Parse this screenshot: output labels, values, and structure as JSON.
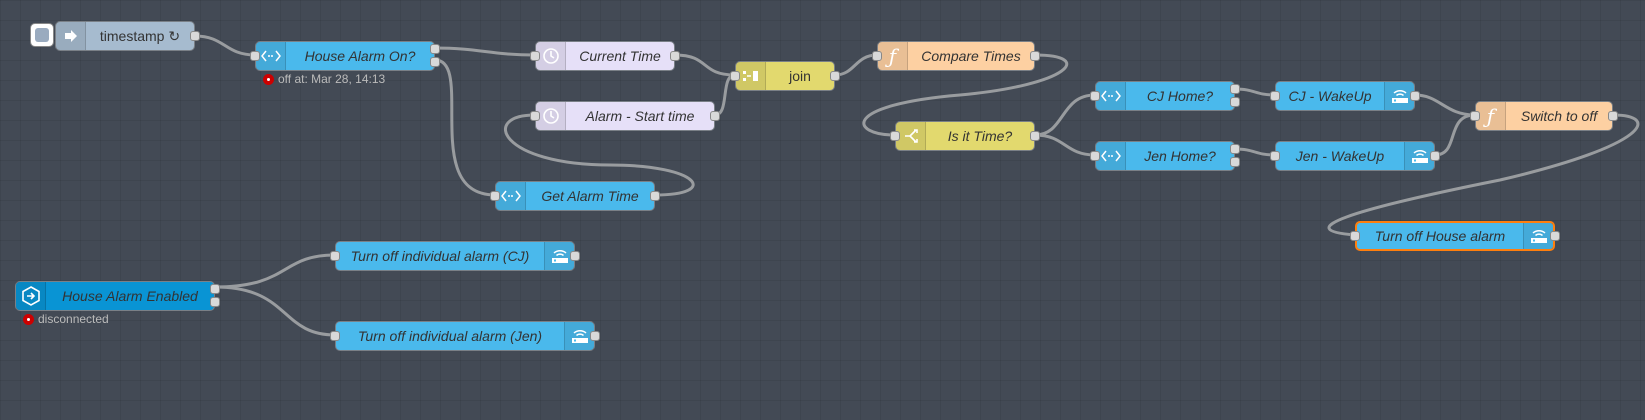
{
  "nodes": {
    "timestamp": {
      "label": "timestamp ↻",
      "color": "#a6bbcf"
    },
    "house_alarm_on": {
      "label": "House Alarm On?",
      "color": "#4ab9ec",
      "status": "off at: Mar 28, 14:13"
    },
    "current_time": {
      "label": "Current Time",
      "color": "#e6e0f8"
    },
    "alarm_start_time": {
      "label": "Alarm - Start time",
      "color": "#e6e0f8"
    },
    "get_alarm_time": {
      "label": "Get Alarm Time",
      "color": "#4ab9ec"
    },
    "join": {
      "label": "join",
      "color": "#e2d96e"
    },
    "compare_times": {
      "label": "Compare Times",
      "color": "#fdd0a2"
    },
    "is_it_time": {
      "label": "Is it Time?",
      "color": "#e2d96e"
    },
    "cj_home": {
      "label": "CJ Home?",
      "color": "#4ab9ec"
    },
    "jen_home": {
      "label": "Jen Home?",
      "color": "#4ab9ec"
    },
    "cj_wakeup": {
      "label": "CJ - WakeUp",
      "color": "#4ab9ec"
    },
    "jen_wakeup": {
      "label": "Jen - WakeUp",
      "color": "#4ab9ec"
    },
    "switch_to_off": {
      "label": "Switch to off",
      "color": "#fdd0a2"
    },
    "turn_off_house_alarm": {
      "label": "Turn off House alarm",
      "color": "#4ab9ec"
    },
    "house_alarm_enabled": {
      "label": "House Alarm Enabled",
      "color": "#0994d4",
      "status": "disconnected"
    },
    "turn_off_cj": {
      "label": "Turn off individual alarm (CJ)",
      "color": "#4ab9ec"
    },
    "turn_off_jen": {
      "label": "Turn off individual alarm (Jen)",
      "color": "#4ab9ec"
    }
  },
  "icons": {
    "inject": "arrow-right-icon",
    "ha_state": "ha-state-icon",
    "time": "clock-icon",
    "join": "join-icon",
    "function": "function-icon",
    "switch": "switch-icon",
    "service": "router-icon",
    "events": "ha-events-icon"
  },
  "colors": {
    "canvas": "#434a55",
    "wire": "#999c9f",
    "selected_outline": "#ff7f0e",
    "status_error": "#cc0000"
  }
}
